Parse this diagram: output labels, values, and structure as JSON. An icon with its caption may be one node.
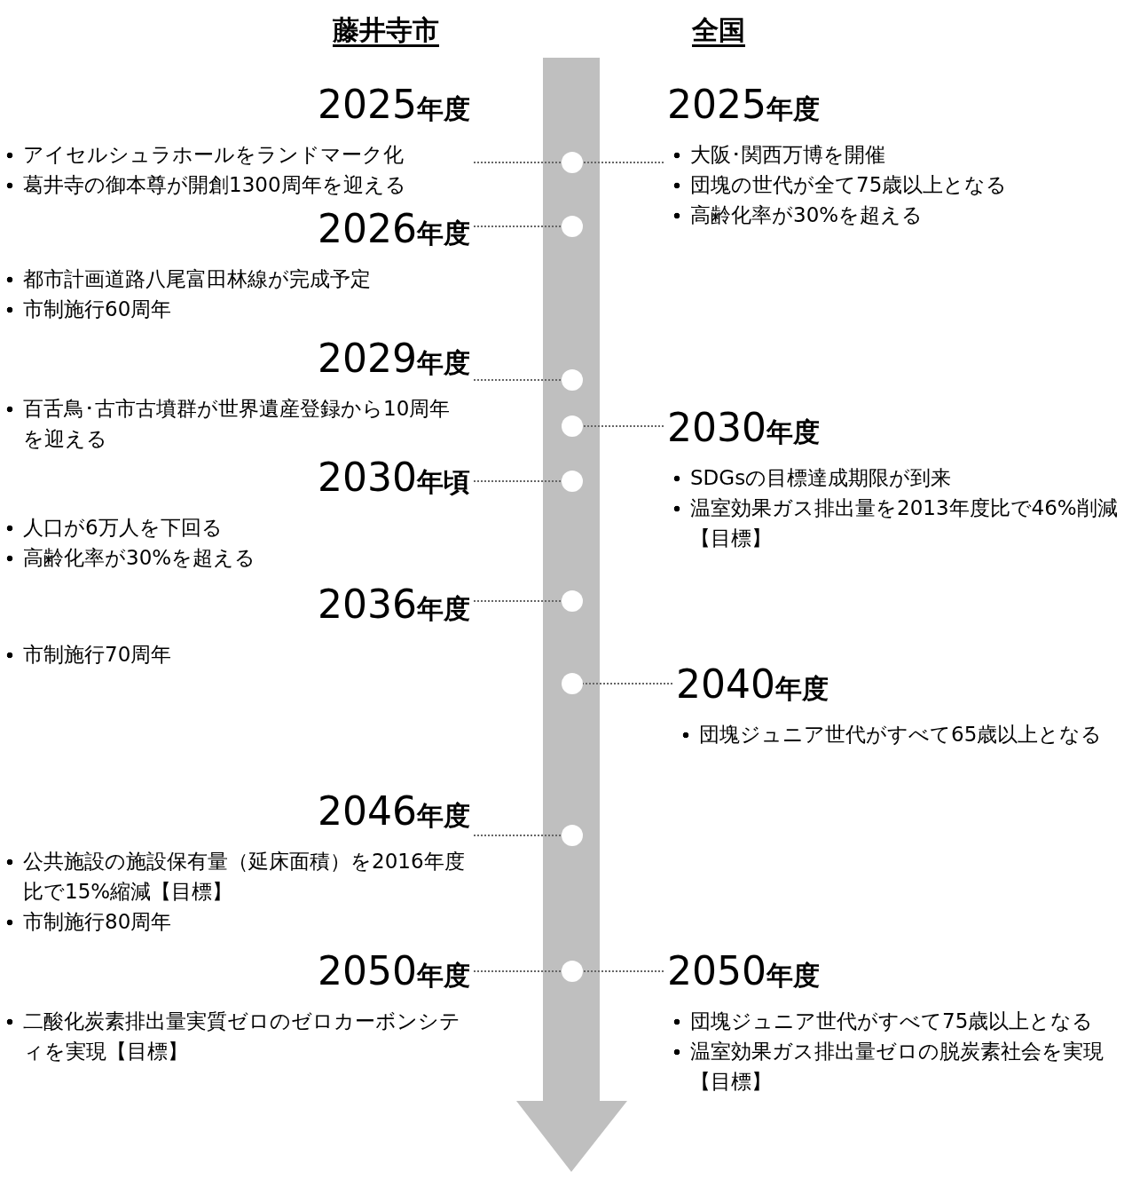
{
  "diagram": {
    "nodes": [
      {
        "text": [
          "2025**年度**",
          "アイセルシュラホールをランドマーク化",
          "葛井寺の御本尊が開創1300周年を迎える"
        ]
      },
      {
        "text": [
          "2026**年度**",
          "都市計画道路八尾富田林線が完成予定",
          "市制施行60周年"
        ]
      },
      {
        "text": [
          "2029**年度**",
          "百舌鳥･古市古墳群が世界遺産登録から10周年を迎える"
        ]
      },
      {
        "text": [
          "2030**年頃**",
          "人口が6万人を下回る",
          "高齢化率が30%を超える"
        ]
      },
      {
        "text": [
          "2036**年度**",
          "市制施行70周年"
        ]
      },
      {
        "text": [
          "2046**年度**",
          "公共施設の施設保有量（延床面積）を2016年度比で15%縮減【目標】",
          "市制施行80周年"
        ]
      },
      {
        "text": [
          "2050**年度**",
          "二酸化炭素排出量実質ゼロのゼロカーボンシティを実現【目標】"
        ]
      },
      {
        "text": [
          "2025**年度**",
          "大阪･関西万博を開催",
          "団塊の世代が全て75歳以上となる",
          "高齢化率が30%を超える"
        ]
      },
      {
        "text": [
          "2030**年度**",
          "SDGsの目標達成期限が到来",
          "温室効果ガス排出量を2013年度比で46%削減【目標】"
        ]
      },
      {
        "text": [
          "2040**年度**",
          "団塊ジュニア世代がすべて65歳以上となる"
        ]
      },
      {
        "text": [
          "2050**年度**",
          "団塊ジュニア世代がすべて75歳以上となる",
          "温室効果ガス排出量ゼロの脱炭素社会を実現【目標】"
        ]
      },
      {
        "text": [],
        "shape": "circle"
      },
      {
        "text": [],
        "shape": "circle"
      },
      {
        "text": [],
        "shape": "circle"
      },
      {
        "text": [],
        "shape": "circle"
      },
      {
        "text": [],
        "shape": "circle"
      },
      {
        "text": [],
        "shape": "circle"
      },
      {
        "text": [],
        "shape": "circle"
      },
      {
        "text": [],
        "shape": "circle"
      },
      {
        "text": [],
        "shape": "circle"
      }
    ],
    "edges": [
      {
        "from": 0,
        "to": 11,
        "arrow": "none"
      },
      {
        "from": 1,
        "to": 12,
        "arrow": "none"
      },
      {
        "from": 2,
        "to": 13,
        "arrow": "none"
      },
      {
        "from": 3,
        "to": 15,
        "arrow": "none"
      },
      {
        "from": 4,
        "to": 16,
        "arrow": "none"
      },
      {
        "from": 5,
        "to": 18,
        "arrow": "none"
      },
      {
        "from": 6,
        "to": 19,
        "arrow": "none"
      },
      {
        "from": 7,
        "to": 11,
        "arrow": "none"
      },
      {
        "from": 8,
        "to": 14,
        "arrow": "none"
      },
      {
        "from": 9,
        "to": 17,
        "arrow": "none"
      },
      {
        "from": 10,
        "to": 19,
        "arrow": "none"
      }
    ],
    "labels": [
      "藤井寺市",
      "全国"
    ]
  }
}
